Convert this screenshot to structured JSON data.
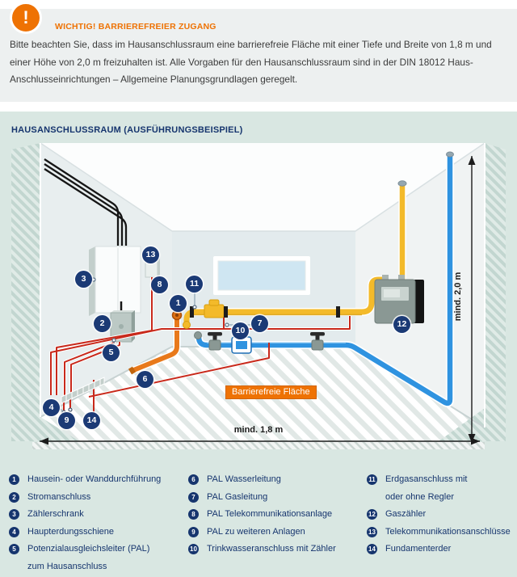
{
  "notice": {
    "icon_glyph": "!",
    "title": "WICHTIG! BARRIEREFREIER ZUGANG",
    "body": "Bitte beachten Sie, dass im Hausanschlussraum eine barrierefreie Fläche mit einer Tiefe und Breite von 1,8 m und einer Höhe von 2,0 m freizuhalten ist. Alle Vorgaben für den Hausanschlussraum sind in der DIN 18012 Haus-Anschlusseinrichtungen – Allgemeine Planungsgrundlagen geregelt."
  },
  "section": {
    "title": "HAUSANSCHLUSSRAUM (AUSFÜHRUNGSBEISPIEL)"
  },
  "diagram": {
    "area_label": "Barrierefreie Fläche",
    "dim_width": "mind. 1,8 m",
    "dim_height": "mind. 2,0 m"
  },
  "legend": {
    "items": [
      {
        "num": "1",
        "label": "Hausein- oder Wanddurchführung"
      },
      {
        "num": "2",
        "label": "Stromanschluss"
      },
      {
        "num": "3",
        "label": "Zählerschrank"
      },
      {
        "num": "4",
        "label": "Haupterdungsschiene"
      },
      {
        "num": "5",
        "label": "Potenzialausgleichsleiter (PAL)\nzum Hausanschluss"
      },
      {
        "num": "6",
        "label": "PAL Wasserleitung"
      },
      {
        "num": "7",
        "label": "PAL Gasleitung"
      },
      {
        "num": "8",
        "label": "PAL Telekommunikationsanlage"
      },
      {
        "num": "9",
        "label": "PAL zu weiteren Anlagen"
      },
      {
        "num": "10",
        "label": "Trinkwasseranschluss mit Zähler"
      },
      {
        "num": "11",
        "label": "Erdgasanschluss mit\noder ohne Regler"
      },
      {
        "num": "12",
        "label": "Gaszähler"
      },
      {
        "num": "13",
        "label": "Telekommunikationsanschlüsse"
      },
      {
        "num": "14",
        "label": "Fundamenterder"
      }
    ]
  },
  "colors": {
    "accent_orange": "#ee7203",
    "navy": "#16356e",
    "panel_teal": "#d9e7e2",
    "notice_gray": "#edf0f0",
    "pipe_yellow": "#f3ba2a",
    "pipe_blue": "#2f93e0",
    "wire_red": "#c8291b",
    "conduit_orange": "#e8791b"
  }
}
